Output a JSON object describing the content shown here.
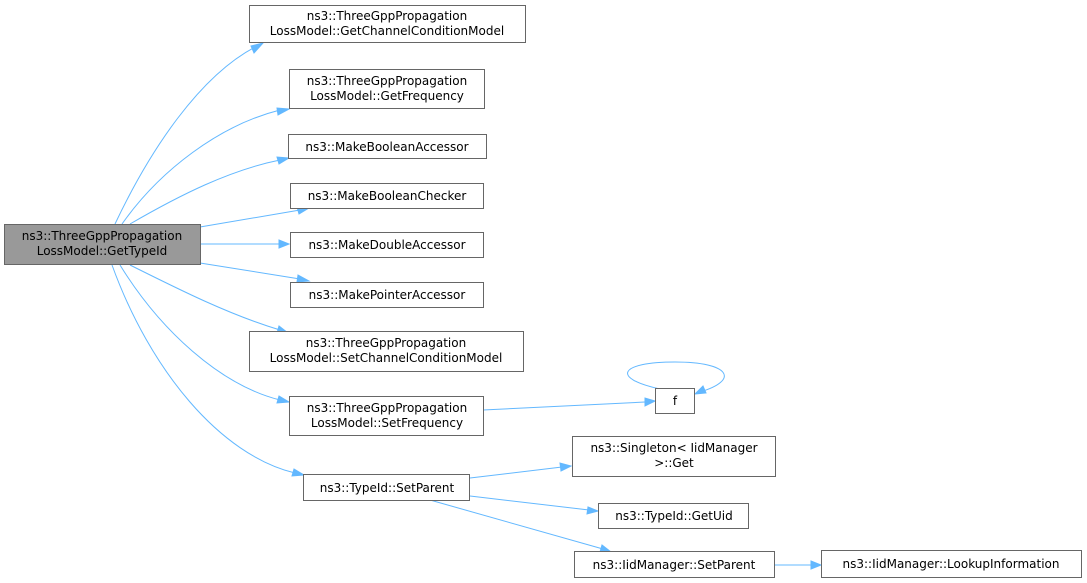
{
  "colors": {
    "edge": "#63b8ff",
    "node_border": "#666666",
    "root_fill": "#999999",
    "node_fill": "#ffffff"
  },
  "nodes": {
    "root": {
      "lines": [
        "ns3::ThreeGppPropagation",
        "LossModel::GetTypeId"
      ]
    },
    "getChannelConditionModel": {
      "lines": [
        "ns3::ThreeGppPropagation",
        "LossModel::GetChannelConditionModel"
      ]
    },
    "getFrequency": {
      "lines": [
        "ns3::ThreeGppPropagation",
        "LossModel::GetFrequency"
      ]
    },
    "makeBooleanAccessor": {
      "lines": [
        "ns3::MakeBooleanAccessor"
      ]
    },
    "makeBooleanChecker": {
      "lines": [
        "ns3::MakeBooleanChecker"
      ]
    },
    "makeDoubleAccessor": {
      "lines": [
        "ns3::MakeDoubleAccessor"
      ]
    },
    "makePointerAccessor": {
      "lines": [
        "ns3::MakePointerAccessor"
      ]
    },
    "setChannelConditionModel": {
      "lines": [
        "ns3::ThreeGppPropagation",
        "LossModel::SetChannelConditionModel"
      ]
    },
    "setFrequency": {
      "lines": [
        "ns3::ThreeGppPropagation",
        "LossModel::SetFrequency"
      ]
    },
    "f": {
      "lines": [
        "f"
      ]
    },
    "typeIdSetParent": {
      "lines": [
        "ns3::TypeId::SetParent"
      ]
    },
    "singletonGet": {
      "lines": [
        "ns3::Singleton< IidManager",
        ">::Get"
      ]
    },
    "typeIdGetUid": {
      "lines": [
        "ns3::TypeId::GetUid"
      ]
    },
    "iidManagerSetParent": {
      "lines": [
        "ns3::IidManager::SetParent"
      ]
    },
    "lookupInformation": {
      "lines": [
        "ns3::IidManager::LookupInformation"
      ]
    }
  }
}
